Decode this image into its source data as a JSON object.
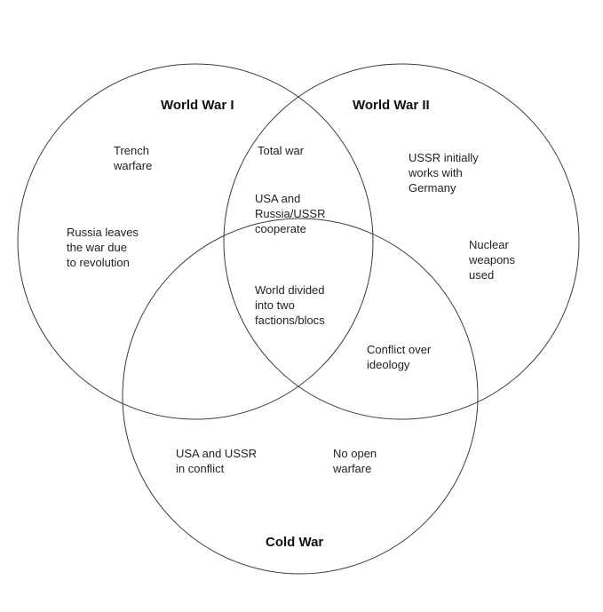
{
  "diagram": {
    "type": "venn",
    "stroke_color": "#3a3a3a",
    "background_color": "#ffffff",
    "titles": {
      "ww1": "World War I",
      "ww2": "World War II",
      "cold_war": "Cold War"
    },
    "labels": {
      "trench_warfare": "Trench\nwarfare",
      "total_war": "Total war",
      "ussr_germany": "USSR initially\nworks with\nGermany",
      "usa_russia_cooperate": "USA and\nRussia/USSR\ncooperate",
      "russia_leaves": "Russia leaves\nthe war due\nto revolution",
      "nuclear_weapons": "Nuclear\nweapons\nused",
      "world_divided": "World divided\ninto two\nfactions/blocs",
      "conflict_ideology": "Conflict over\nideology",
      "usa_ussr_conflict": "USA and USSR\nin conflict",
      "no_open_warfare": "No open\nwarfare"
    }
  }
}
